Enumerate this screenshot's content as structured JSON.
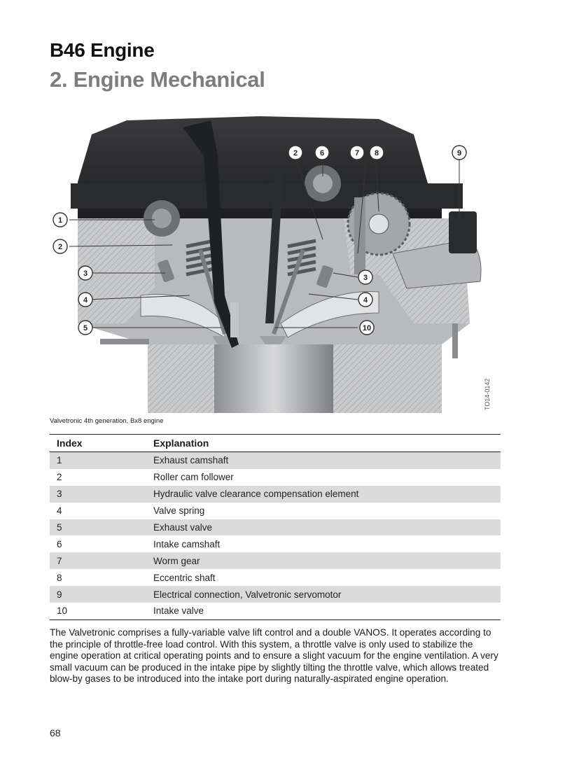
{
  "header": {
    "title": "B46 Engine",
    "subtitle": "2. Engine Mechanical"
  },
  "figure": {
    "callouts": [
      "1",
      "2",
      "3",
      "4",
      "5",
      "2",
      "3",
      "4",
      "10",
      "6",
      "7",
      "8",
      "9"
    ],
    "image_code": "TO14-0142",
    "caption": "Valvetronic 4th generation, Bx8 engine"
  },
  "table": {
    "headers": {
      "index": "Index",
      "explanation": "Explanation"
    },
    "rows": [
      {
        "index": "1",
        "explanation": "Exhaust camshaft"
      },
      {
        "index": "2",
        "explanation": "Roller cam follower"
      },
      {
        "index": "3",
        "explanation": "Hydraulic valve clearance compensation element"
      },
      {
        "index": "4",
        "explanation": "Valve spring"
      },
      {
        "index": "5",
        "explanation": "Exhaust valve"
      },
      {
        "index": "6",
        "explanation": "Intake camshaft"
      },
      {
        "index": "7",
        "explanation": "Worm gear"
      },
      {
        "index": "8",
        "explanation": "Eccentric shaft"
      },
      {
        "index": "9",
        "explanation": "Electrical connection, Valvetronic servomotor"
      },
      {
        "index": "10",
        "explanation": "Intake valve"
      }
    ]
  },
  "body_text": "The Valvetronic comprises a fully-variable valve lift control and a double VANOS. It operates according to the principle of throttle-free load control. With this system, a throttle valve is only used to stabilize the engine operation at critical operating points and to ensure a slight vacuum for the engine ventilation. A very small vacuum can be produced in the intake pipe by slightly tilting the throttle valve, which allows treated blow-by gases to be introduced into the intake port during naturally-aspirated engine operation.",
  "page_number": "68"
}
